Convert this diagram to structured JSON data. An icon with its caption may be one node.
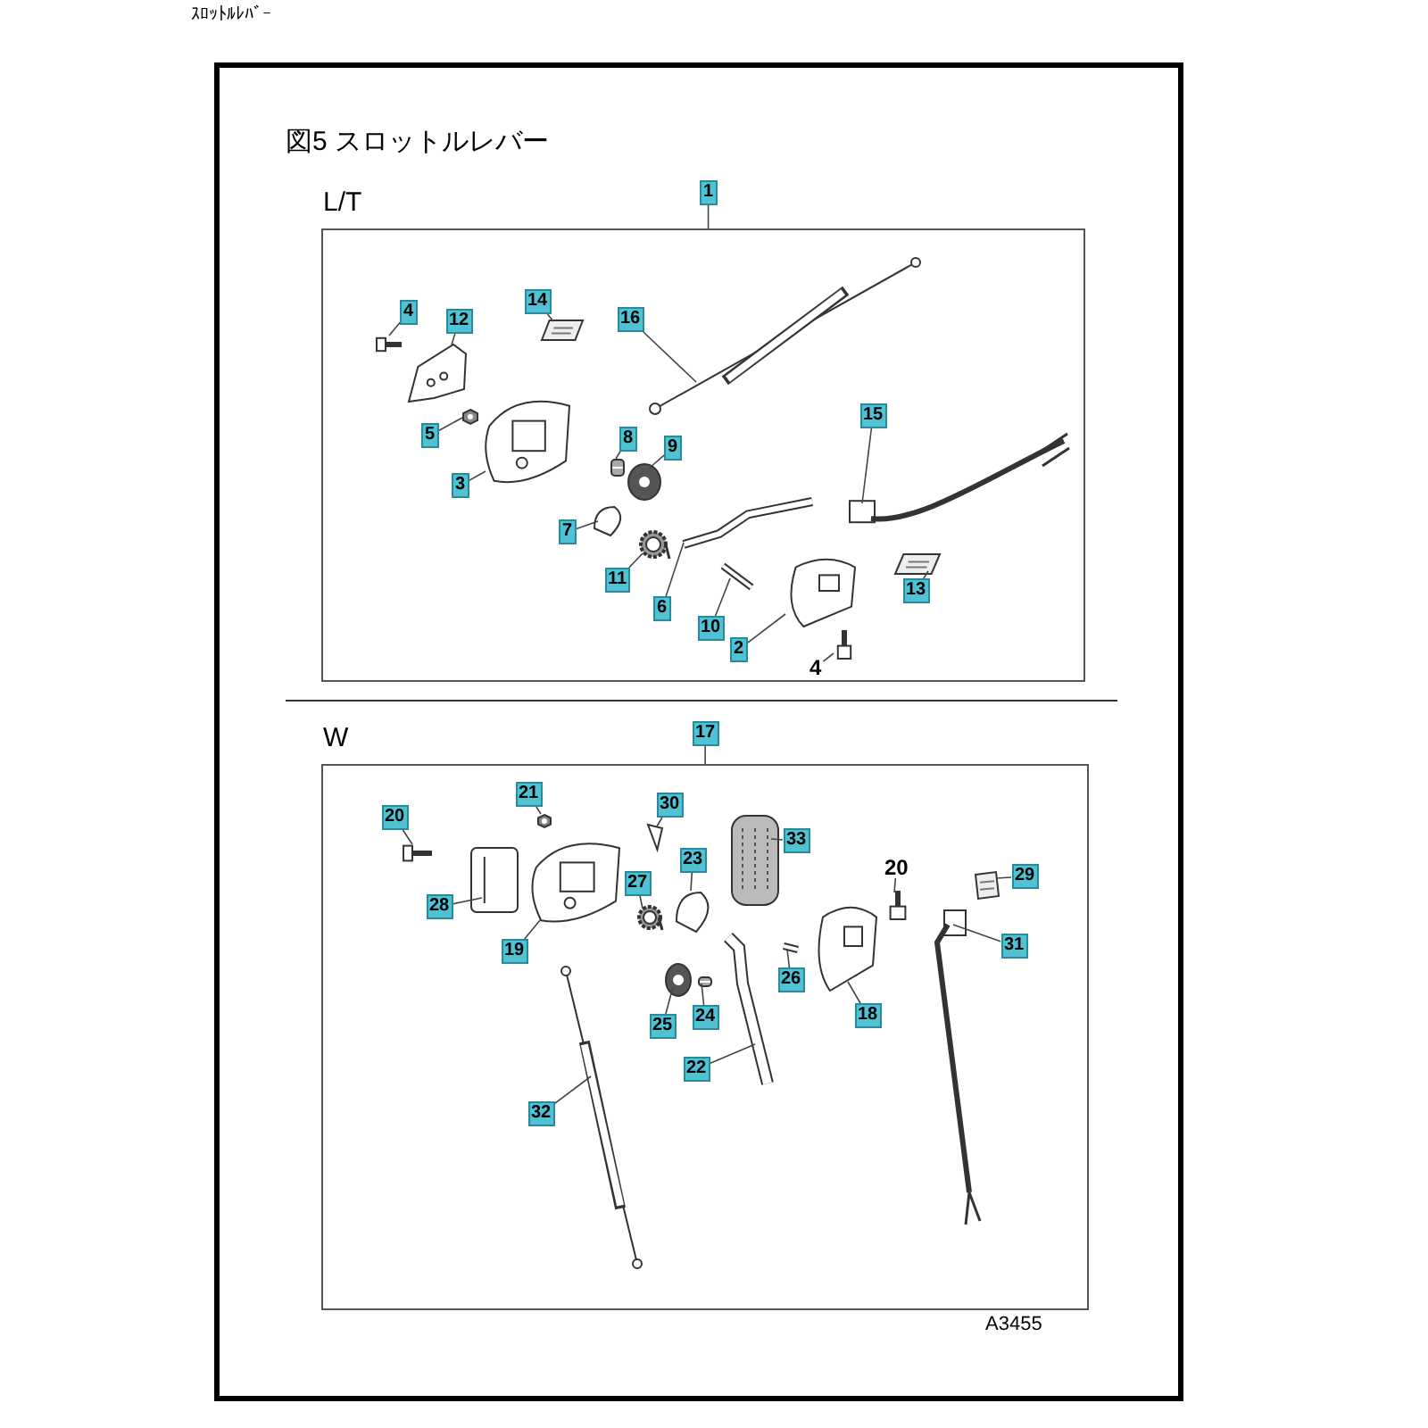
{
  "diagram": {
    "title": "図5 スロットルレバー",
    "nodes": [
      {
        "text": [
          "L/T"
        ]
      },
      {
        "text": [
          "1"
        ]
      },
      {
        "text": [
          "4"
        ],
        "in": 0
      },
      {
        "text": [],
        "shape": "picture",
        "in": 0
      },
      {
        "text": [
          "12"
        ],
        "in": 0
      },
      {
        "text": [],
        "shape": "picture",
        "in": 0
      },
      {
        "text": [
          "14"
        ],
        "in": 0
      },
      {
        "text": [],
        "shape": "picture",
        "in": 0
      },
      {
        "text": [
          "16"
        ],
        "in": 0
      },
      {
        "text": [],
        "shape": "picture",
        "in": 0
      },
      {
        "text": [
          "5"
        ],
        "in": 0
      },
      {
        "text": [],
        "shape": "picture",
        "in": 0
      },
      {
        "text": [
          "3"
        ],
        "in": 0
      },
      {
        "text": [],
        "shape": "picture",
        "in": 0
      },
      {
        "text": [
          "8"
        ],
        "in": 0
      },
      {
        "text": [],
        "shape": "picture",
        "in": 0
      },
      {
        "text": [
          "9"
        ],
        "in": 0
      },
      {
        "text": [],
        "shape": "picture",
        "in": 0
      },
      {
        "text": [
          "15"
        ],
        "in": 0
      },
      {
        "text": [],
        "shape": "picture",
        "in": 0
      },
      {
        "text": [
          "7"
        ],
        "in": 0
      },
      {
        "text": [],
        "shape": "picture",
        "in": 0
      },
      {
        "text": [
          "11"
        ],
        "in": 0
      },
      {
        "text": [],
        "shape": "picture",
        "in": 0
      },
      {
        "text": [
          "6"
        ],
        "in": 0
      },
      {
        "text": [],
        "shape": "picture",
        "in": 0
      },
      {
        "text": [
          "10"
        ],
        "in": 0
      },
      {
        "text": [],
        "shape": "picture",
        "in": 0
      },
      {
        "text": [
          "13"
        ],
        "in": 0
      },
      {
        "text": [],
        "shape": "picture",
        "in": 0
      },
      {
        "text": [
          "2"
        ],
        "in": 0
      },
      {
        "text": [],
        "shape": "picture",
        "in": 0
      },
      {
        "text": [
          "4"
        ],
        "in": 0
      },
      {
        "text": [],
        "shape": "picture",
        "in": 0
      },
      {
        "text": [
          "W"
        ]
      },
      {
        "text": [
          "17"
        ]
      },
      {
        "text": [
          "20"
        ],
        "in": 34
      },
      {
        "text": [],
        "shape": "picture",
        "in": 34
      },
      {
        "text": [
          "21"
        ],
        "in": 34
      },
      {
        "text": [],
        "shape": "picture",
        "in": 34
      },
      {
        "text": [
          "28"
        ],
        "in": 34
      },
      {
        "text": [],
        "shape": "picture",
        "in": 34
      },
      {
        "text": [
          "19"
        ],
        "in": 34
      },
      {
        "text": [],
        "shape": "picture",
        "in": 34
      },
      {
        "text": [
          "30"
        ],
        "in": 34
      },
      {
        "text": [],
        "shape": "picture",
        "in": 34
      },
      {
        "text": [
          "27"
        ],
        "in": 34
      },
      {
        "text": [],
        "shape": "picture",
        "in": 34
      },
      {
        "text": [
          "23"
        ],
        "in": 34
      },
      {
        "text": [],
        "shape": "picture",
        "in": 34
      },
      {
        "text": [
          "33"
        ],
        "in": 34
      },
      {
        "text": [],
        "shape": "picture",
        "in": 34
      },
      {
        "text": [
          "20"
        ],
        "in": 34
      },
      {
        "text": [],
        "shape": "picture",
        "in": 34
      },
      {
        "text": [
          "29"
        ],
        "in": 34
      },
      {
        "text": [],
        "shape": "picture",
        "in": 34
      },
      {
        "text": [
          "31"
        ],
        "in": 34
      },
      {
        "text": [],
        "shape": "picture",
        "in": 34
      },
      {
        "text": [
          "26"
        ],
        "in": 34
      },
      {
        "text": [],
        "shape": "picture",
        "in": 34
      },
      {
        "text": [
          "18"
        ],
        "in": 34
      },
      {
        "text": [],
        "shape": "picture",
        "in": 34
      },
      {
        "text": [
          "25"
        ],
        "in": 34
      },
      {
        "text": [],
        "shape": "picture",
        "in": 34
      },
      {
        "text": [
          "24"
        ],
        "in": 34
      },
      {
        "text": [],
        "shape": "picture",
        "in": 34
      },
      {
        "text": [
          "22"
        ],
        "in": 34
      },
      {
        "text": [],
        "shape": "picture",
        "in": 34
      },
      {
        "text": [
          "32"
        ],
        "in": 34
      },
      {
        "text": [],
        "shape": "picture",
        "in": 34
      }
    ],
    "edges": [
      {
        "from": 1,
        "to": 0,
        "arrow": "none"
      },
      {
        "from": 2,
        "to": 3,
        "arrow": "none"
      },
      {
        "from": 4,
        "to": 5,
        "arrow": "none"
      },
      {
        "from": 6,
        "to": 7,
        "arrow": "none"
      },
      {
        "from": 8,
        "to": 9,
        "arrow": "none"
      },
      {
        "from": 10,
        "to": 11,
        "arrow": "none"
      },
      {
        "from": 12,
        "to": 13,
        "arrow": "none"
      },
      {
        "from": 14,
        "to": 15,
        "arrow": "none"
      },
      {
        "from": 16,
        "to": 17,
        "arrow": "none"
      },
      {
        "from": 18,
        "to": 19,
        "arrow": "none"
      },
      {
        "from": 20,
        "to": 21,
        "arrow": "none"
      },
      {
        "from": 22,
        "to": 23,
        "arrow": "none"
      },
      {
        "from": 24,
        "to": 25,
        "arrow": "none"
      },
      {
        "from": 26,
        "to": 27,
        "arrow": "none"
      },
      {
        "from": 28,
        "to": 29,
        "arrow": "none"
      },
      {
        "from": 30,
        "to": 31,
        "arrow": "none"
      },
      {
        "from": 32,
        "to": 33,
        "arrow": "none"
      },
      {
        "from": 35,
        "to": 34,
        "arrow": "none"
      },
      {
        "from": 36,
        "to": 37,
        "arrow": "none"
      },
      {
        "from": 38,
        "to": 39,
        "arrow": "none"
      },
      {
        "from": 40,
        "to": 41,
        "arrow": "none"
      },
      {
        "from": 42,
        "to": 43,
        "arrow": "none"
      },
      {
        "from": 44,
        "to": 45,
        "arrow": "none"
      },
      {
        "from": 46,
        "to": 47,
        "arrow": "none"
      },
      {
        "from": 48,
        "to": 49,
        "arrow": "none"
      },
      {
        "from": 50,
        "to": 51,
        "arrow": "none"
      },
      {
        "from": 52,
        "to": 53,
        "arrow": "none"
      },
      {
        "from": 54,
        "to": 55,
        "arrow": "none"
      },
      {
        "from": 56,
        "to": 57,
        "arrow": "none"
      },
      {
        "from": 58,
        "to": 59,
        "arrow": "none"
      },
      {
        "from": 60,
        "to": 61,
        "arrow": "none"
      },
      {
        "from": 62,
        "to": 63,
        "arrow": "none"
      },
      {
        "from": 64,
        "to": 65,
        "arrow": "none"
      },
      {
        "from": 66,
        "to": 67,
        "arrow": "none"
      },
      {
        "from": 68,
        "to": 69,
        "arrow": "none"
      }
    ],
    "labels": [
      "ｽﾛｯﾄﾙﾚﾊﾞｰ",
      "A3455"
    ]
  }
}
